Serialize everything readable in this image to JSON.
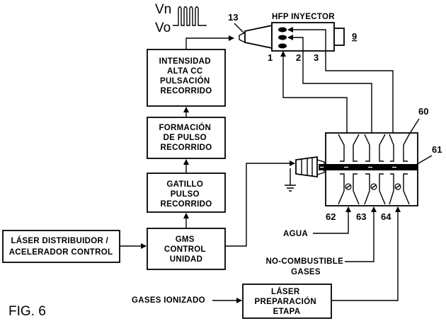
{
  "figure_label": "FIG. 6",
  "signal": {
    "vn": "Vn",
    "vo": "Vo"
  },
  "blocks": {
    "intensity": [
      "INTENSIDAD",
      "ALTA CC",
      "PULSACIÓN",
      "RECORRIDO"
    ],
    "pulse_formation": [
      "FORMACIÓN",
      "DE PULSO",
      "RECORRIDO"
    ],
    "trigger": [
      "GATILLO",
      "PULSO",
      "RECORRIDO"
    ],
    "gms": [
      "GMS",
      "CONTROL",
      "UNIDAD"
    ],
    "laser_distributor": [
      "LÁSER DISTRIBUIDOR /",
      "ACELERADOR CONTROL"
    ],
    "laser_prep": [
      "LÁSER",
      "PREPARACIÓN",
      "ETAPA"
    ]
  },
  "injector": {
    "title": "HFP INYECTOR",
    "ref": "9",
    "ref_13": "13",
    "ports": [
      "1",
      "2",
      "3"
    ]
  },
  "manifold": {
    "ref_60": "60",
    "ref_61": "61",
    "ref_62": "62",
    "ref_63": "63",
    "ref_64": "64"
  },
  "inputs": {
    "water": "AGUA",
    "non_combustible": [
      "NO-COMBUSTIBLE",
      "GASES"
    ],
    "ionized": "GASES IONIZADO"
  }
}
